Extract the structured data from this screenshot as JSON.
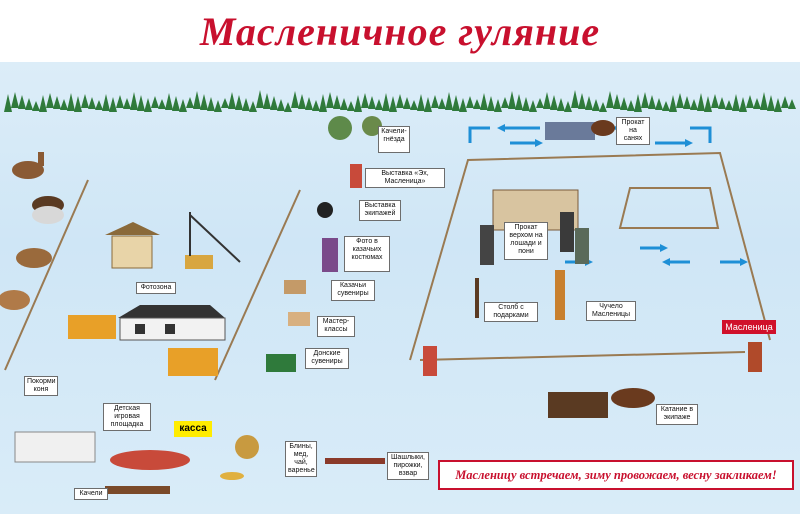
{
  "title": "Масленичное гуляние",
  "labels": {
    "kacheli_gnezdo": "Качели-гнёзда",
    "vystavka_eh": "Выставка «Эх, Масленица»",
    "vystavka_ekipazhey": "Выставка экипажей",
    "foto_kazachih": "Фото в казачьих костюмах",
    "kazachi_suveniry": "Казачьи сувениры",
    "master_klassy": "Мастер-классы",
    "donskie_suveniry": "Донские сувениры",
    "fotozona": "Фотозона",
    "pokormi_konya": "Покорми коня",
    "detskaya_ploshchadka": "Детская игровая площадка",
    "kassa": "касса",
    "kacheli": "Качели",
    "bliny": "Блины, мед, чай, варенье",
    "shashlyki": "Шашлыки, пирожки, взвар",
    "prokat_sanyah": "Прокат на санях",
    "prokat_verhom": "Прокат верхом на лошади и пони",
    "stolb": "Столб с подарками",
    "chuchelo": "Чучело Масленицы",
    "maslenitsa_sign": "Масленица",
    "kataniya": "Катание в экипаже"
  },
  "banner": "Масленицу встречаем, зиму провожаем, весну закликаем!",
  "colors": {
    "title_red": "#c8102e",
    "snow": "#d3e8f7",
    "tree_green": "#2f7a3b",
    "fence_brown": "#9a7a52",
    "arrow_blue": "#1e8fd6",
    "kassa_yellow": "#ffec00"
  }
}
